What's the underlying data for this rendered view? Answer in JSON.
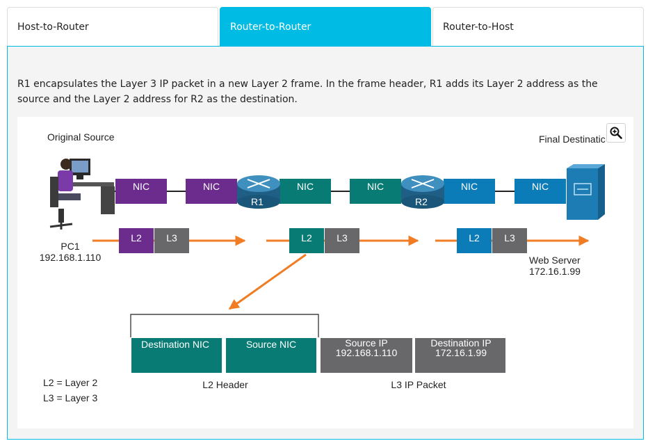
{
  "tabs": [
    {
      "label": "Host-to-Router",
      "active": false
    },
    {
      "label": "Router-to-Router",
      "active": true
    },
    {
      "label": "Router-to-Host",
      "active": false
    }
  ],
  "description": "R1 encapsulates the Layer 3 IP packet in a new Layer 2 frame. In the frame header, R1 adds its Layer 2 address as the source and the Layer 2 address for R2 as the destination.",
  "diagram": {
    "original_source": "Original Source",
    "final_destination": "Final Destinatic",
    "nic": "NIC",
    "router1": "R1",
    "router2": "R2",
    "pc_name": "PC1",
    "pc_ip": "192.168.1.110",
    "server_name": "Web Server",
    "server_ip": "172.16.1.99",
    "l2": "L2",
    "l3": "L3",
    "dest_nic": "Destination NIC",
    "source_nic": "Source NIC",
    "source_ip_label": "Source IP",
    "source_ip_value": "192.168.1.110",
    "dest_ip_label": "Destination IP",
    "dest_ip_value": "172.16.1.99",
    "l2_header": "L2 Header",
    "l3_packet": "L3 IP Packet",
    "legend_l2": "L2 = Layer 2",
    "legend_l3": "L3 = Layer 3"
  },
  "colors": {
    "accent": "#00bce4",
    "purple": "#6b2c8e",
    "teal": "#087c74",
    "blue": "#0c7cb8",
    "gray": "#68676a",
    "arrow": "#f07c24"
  }
}
